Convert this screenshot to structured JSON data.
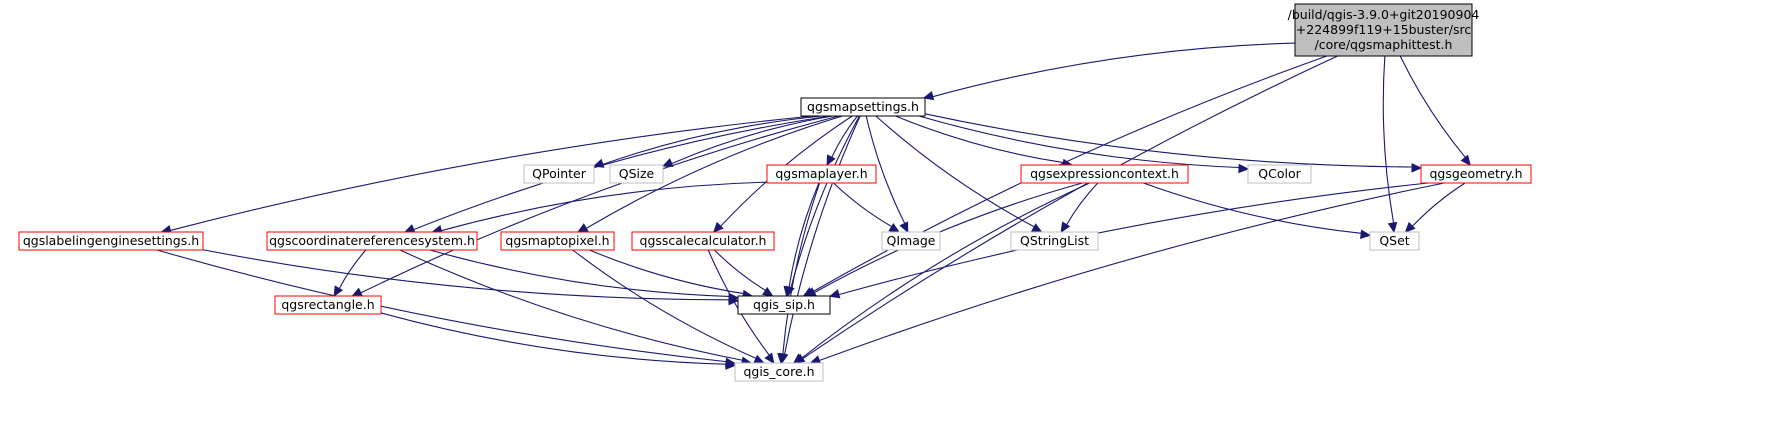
{
  "nodes": {
    "root": {
      "lines": [
        "/build/qgis-3.9.0+git20190904",
        "+224899f119+15buster/src",
        "/core/qgsmaphittest.h"
      ],
      "style": "root"
    },
    "mapsettings": {
      "lines": [
        "qgsmapsettings.h"
      ],
      "style": "black"
    },
    "qpointer": {
      "lines": [
        "QPointer"
      ],
      "style": "gray"
    },
    "qsize": {
      "lines": [
        "QSize"
      ],
      "style": "gray"
    },
    "maplayer": {
      "lines": [
        "qgsmaplayer.h"
      ],
      "style": "red"
    },
    "exprctx": {
      "lines": [
        "qgsexpressioncontext.h"
      ],
      "style": "red"
    },
    "qcolor": {
      "lines": [
        "QColor"
      ],
      "style": "gray"
    },
    "geometry": {
      "lines": [
        "qgsgeometry.h"
      ],
      "style": "red"
    },
    "labeling": {
      "lines": [
        "qgslabelingenginesettings.h"
      ],
      "style": "red"
    },
    "crs": {
      "lines": [
        "qgscoordinatereferencesystem.h"
      ],
      "style": "red"
    },
    "maptopixel": {
      "lines": [
        "qgsmaptopixel.h"
      ],
      "style": "red"
    },
    "scalecalc": {
      "lines": [
        "qgsscalecalculator.h"
      ],
      "style": "red"
    },
    "qimage": {
      "lines": [
        "QImage"
      ],
      "style": "gray"
    },
    "qstringlist": {
      "lines": [
        "QStringList"
      ],
      "style": "gray"
    },
    "qset": {
      "lines": [
        "QSet"
      ],
      "style": "gray"
    },
    "rectangle": {
      "lines": [
        "qgsrectangle.h"
      ],
      "style": "red"
    },
    "sip": {
      "lines": [
        "qgis_sip.h"
      ],
      "style": "black"
    },
    "core": {
      "lines": [
        "qgis_core.h"
      ],
      "style": "gray"
    }
  },
  "edges": [
    [
      "root",
      "mapsettings"
    ],
    [
      "root",
      "sip"
    ],
    [
      "root",
      "qset"
    ],
    [
      "root",
      "geometry"
    ],
    [
      "root",
      "core"
    ],
    [
      "mapsettings",
      "qpointer"
    ],
    [
      "mapsettings",
      "qsize"
    ],
    [
      "mapsettings",
      "maplayer"
    ],
    [
      "mapsettings",
      "exprctx"
    ],
    [
      "mapsettings",
      "qcolor"
    ],
    [
      "mapsettings",
      "geometry"
    ],
    [
      "mapsettings",
      "labeling"
    ],
    [
      "mapsettings",
      "crs"
    ],
    [
      "mapsettings",
      "maptopixel"
    ],
    [
      "mapsettings",
      "scalecalc"
    ],
    [
      "mapsettings",
      "qimage"
    ],
    [
      "mapsettings",
      "qstringlist"
    ],
    [
      "mapsettings",
      "rectangle"
    ],
    [
      "mapsettings",
      "sip"
    ],
    [
      "mapsettings",
      "core"
    ],
    [
      "maplayer",
      "crs"
    ],
    [
      "maplayer",
      "qimage"
    ],
    [
      "maplayer",
      "sip"
    ],
    [
      "maplayer",
      "core"
    ],
    [
      "exprctx",
      "qstringlist"
    ],
    [
      "exprctx",
      "qset"
    ],
    [
      "exprctx",
      "sip"
    ],
    [
      "exprctx",
      "core"
    ],
    [
      "geometry",
      "qset"
    ],
    [
      "geometry",
      "sip"
    ],
    [
      "geometry",
      "core"
    ],
    [
      "labeling",
      "sip"
    ],
    [
      "labeling",
      "core"
    ],
    [
      "crs",
      "rectangle"
    ],
    [
      "crs",
      "sip"
    ],
    [
      "crs",
      "core"
    ],
    [
      "maptopixel",
      "sip"
    ],
    [
      "maptopixel",
      "core"
    ],
    [
      "scalecalc",
      "sip"
    ],
    [
      "scalecalc",
      "core"
    ],
    [
      "rectangle",
      "core"
    ]
  ],
  "colors": {
    "edge": "#191970",
    "root_fill": "#bfbfbf",
    "red_border": "#ff0000",
    "gray_border": "#bfbfbf"
  }
}
